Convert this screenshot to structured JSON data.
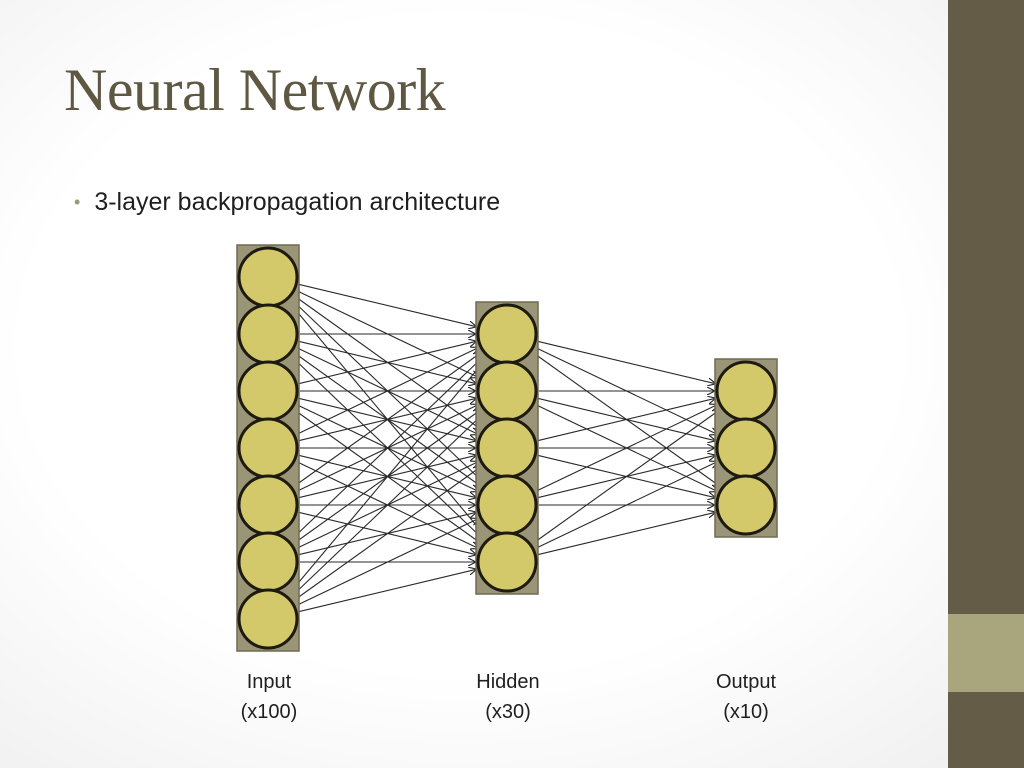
{
  "title": "Neural Network",
  "bullets": [
    "3-layer backpropagation architecture"
  ],
  "layers": [
    {
      "name": "Input",
      "size_label": "(x100)",
      "nodes": 7
    },
    {
      "name": "Hidden",
      "size_label": "(x30)",
      "nodes": 5
    },
    {
      "name": "Output",
      "size_label": "(x10)",
      "nodes": 3
    }
  ],
  "colors": {
    "title": "#5e5843",
    "node_fill": "#d4c96a",
    "node_stroke": "#1d1a0f",
    "layer_bar": "#9a9577",
    "edge": "#2a2a2a",
    "side_strip": "#645c46",
    "side_accent": "#a9a57d"
  }
}
